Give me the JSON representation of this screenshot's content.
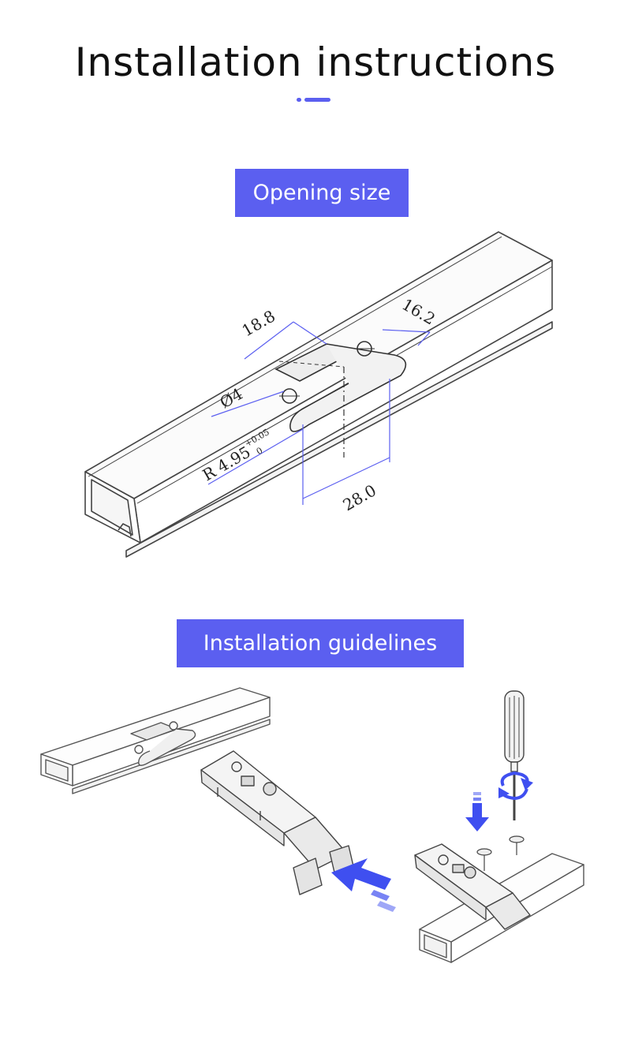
{
  "page": {
    "title": "Installation instructions",
    "accent_color": "#5b5ff0"
  },
  "opening_size": {
    "heading": "Opening size",
    "dimensions": {
      "width_a": "18.8",
      "width_b": "16.2",
      "hole_diameter": "Ø4",
      "radius": "R 4.95",
      "radius_tolerance_upper": "+0.05",
      "radius_tolerance_lower": "0",
      "length": "28.0"
    }
  },
  "installation_guidelines": {
    "heading": "Installation guidelines"
  },
  "icons": [
    "square-tube-profile",
    "hinge-bracket",
    "screwdriver-icon",
    "rotate-arrow-icon",
    "down-arrow-icon",
    "right-arrow-icon",
    "screw-icon"
  ]
}
